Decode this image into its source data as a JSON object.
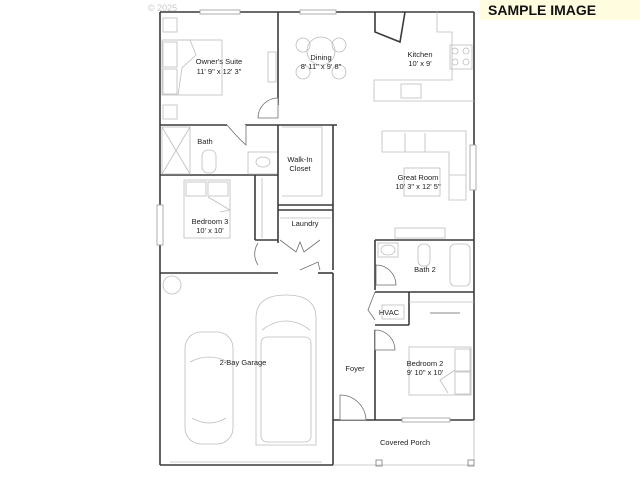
{
  "watermark": {
    "sample_label": "SAMPLE IMAGE",
    "copyright": "© 2025"
  },
  "rooms": {
    "owners_suite": {
      "name": "Owner's Suite",
      "size": "11' 9\" x 12' 3\""
    },
    "dining": {
      "name": "Dining",
      "size": "8' 11\" x 9' 8\""
    },
    "kitchen": {
      "name": "Kitchen",
      "size": "10' x 9'"
    },
    "bath": {
      "name": "Bath"
    },
    "walk_in_closet": {
      "name_line1": "Walk-In",
      "name_line2": "Closet"
    },
    "great_room": {
      "name": "Great Room",
      "size": "10' 3\" x 12' 5\""
    },
    "bedroom3": {
      "name": "Bedroom 3",
      "size": "10' x 10'"
    },
    "laundry": {
      "name": "Laundry"
    },
    "bath2": {
      "name": "Bath 2"
    },
    "hvac": {
      "name": "HVAC"
    },
    "garage": {
      "name": "2-Bay Garage"
    },
    "foyer": {
      "name": "Foyer"
    },
    "bedroom2": {
      "name": "Bedroom 2",
      "size": "9' 10\" x 10'"
    },
    "covered_porch": {
      "name": "Covered Porch"
    }
  }
}
